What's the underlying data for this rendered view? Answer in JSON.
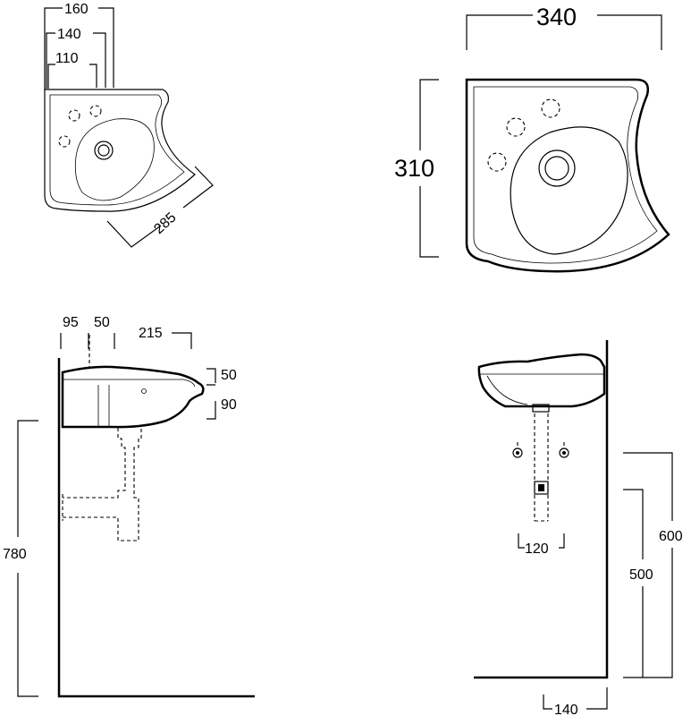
{
  "plan_small": {
    "dim_160": "160",
    "dim_140": "140",
    "dim_110": "110",
    "dim_285": "285"
  },
  "plan_large": {
    "dim_width": "340",
    "dim_depth": "310"
  },
  "side_view": {
    "dim_95": "95",
    "dim_50_top": "50",
    "dim_215": "215",
    "dim_50_right": "50",
    "dim_90": "90",
    "dim_780": "780"
  },
  "front_view": {
    "dim_120": "120",
    "dim_600": "600",
    "dim_500": "500",
    "dim_140": "140"
  }
}
